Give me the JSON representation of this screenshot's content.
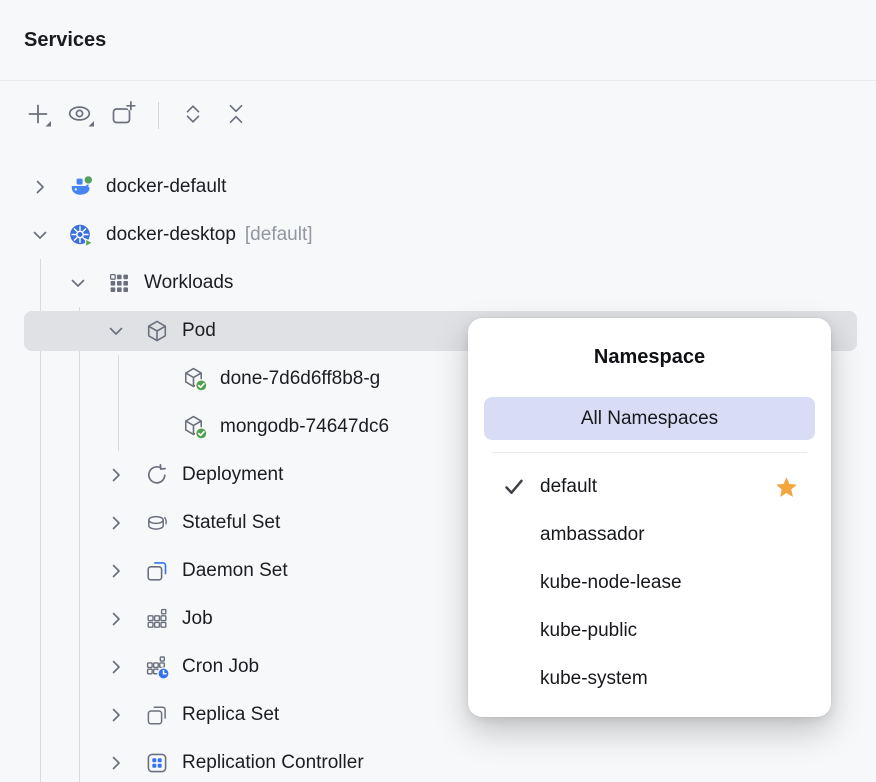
{
  "header": {
    "title": "Services"
  },
  "toolbar": {
    "buttons": [
      {
        "name": "add-service",
        "icon": "plus-with-dropdown-icon"
      },
      {
        "name": "view-options",
        "icon": "eye-with-dropdown-icon"
      },
      {
        "name": "open-in-new-tab",
        "icon": "new-tab-plus-icon"
      },
      {
        "name": "expand-all",
        "icon": "expand-all-icon"
      },
      {
        "name": "collapse-all",
        "icon": "collapse-all-icon"
      }
    ]
  },
  "tree": {
    "items": [
      {
        "label": "docker-default",
        "level": 0,
        "state": "collapsed",
        "icon": "docker"
      },
      {
        "label": "docker-desktop",
        "suffix": "[default]",
        "level": 0,
        "state": "expanded",
        "icon": "kubernetes"
      },
      {
        "label": "Workloads",
        "level": 1,
        "state": "expanded",
        "icon": "workloads-grid"
      },
      {
        "label": "Pod",
        "level": 2,
        "state": "expanded",
        "selected": true,
        "icon": "pod-cube"
      },
      {
        "label": "done-7d6d6ff8b8-g",
        "level": 3,
        "icon": "pod-running"
      },
      {
        "label": "mongodb-74647dc6",
        "level": 3,
        "icon": "pod-running"
      },
      {
        "label": "Deployment",
        "level": 2,
        "state": "collapsed",
        "icon": "deployment"
      },
      {
        "label": "Stateful Set",
        "level": 2,
        "state": "collapsed",
        "icon": "stateful-set"
      },
      {
        "label": "Daemon Set",
        "level": 2,
        "state": "collapsed",
        "icon": "daemon-set"
      },
      {
        "label": "Job",
        "level": 2,
        "state": "collapsed",
        "icon": "job"
      },
      {
        "label": "Cron Job",
        "level": 2,
        "state": "collapsed",
        "icon": "cron-job"
      },
      {
        "label": "Replica Set",
        "level": 2,
        "state": "collapsed",
        "icon": "replica-set"
      },
      {
        "label": "Replication Controller",
        "level": 2,
        "state": "collapsed",
        "icon": "replication-controller"
      }
    ]
  },
  "popup": {
    "title": "Namespace",
    "all_label": "All Namespaces",
    "items": [
      {
        "label": "default",
        "checked": true,
        "starred": true
      },
      {
        "label": "ambassador",
        "checked": false,
        "starred": false
      },
      {
        "label": "kube-node-lease",
        "checked": false,
        "starred": false
      },
      {
        "label": "kube-public",
        "checked": false,
        "starred": false
      },
      {
        "label": "kube-system",
        "checked": false,
        "starred": false
      }
    ]
  },
  "colors": {
    "panel_background": "#F7F8FA",
    "selection_inactive": "#DFE1E5",
    "popup_highlight": "#D8DDF5",
    "icon_gray": "#6C707E",
    "accent_blue": "#3574F0",
    "kubernetes_blue": "#3B6FE0",
    "docker_blue": "#4584F2",
    "status_green": "#55A05C",
    "star_gold": "#F2A63C"
  }
}
